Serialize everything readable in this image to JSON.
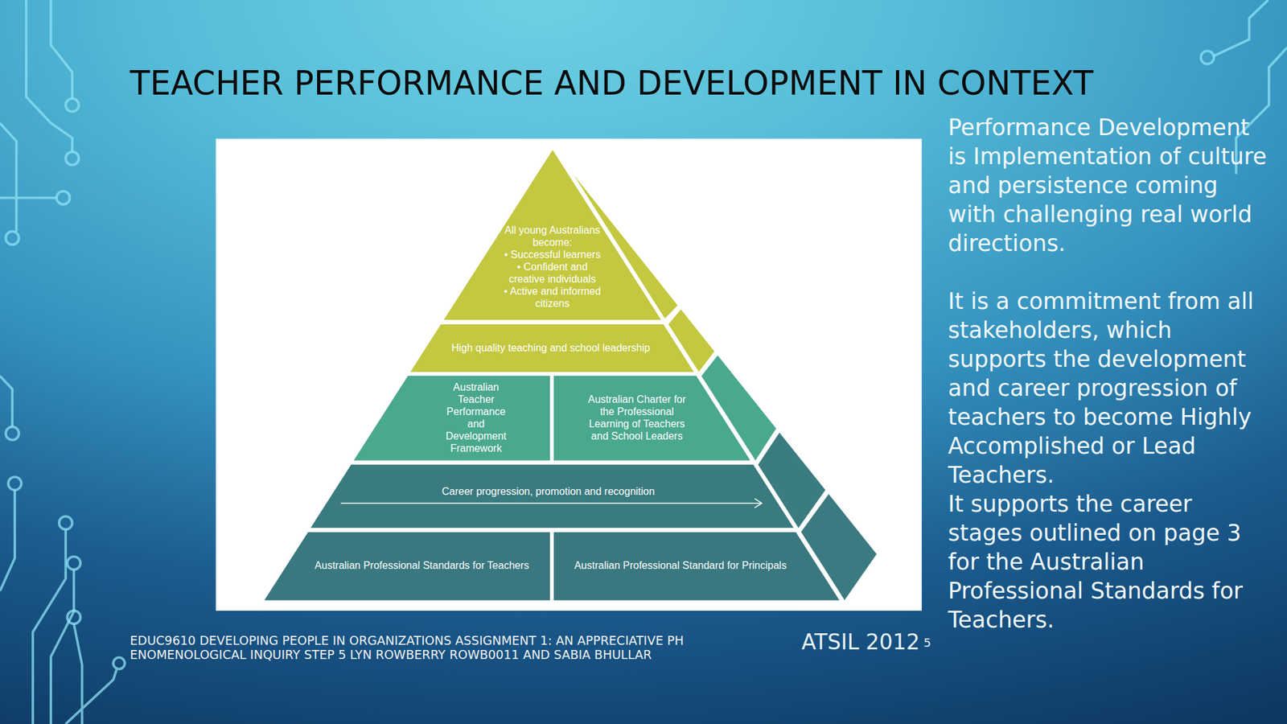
{
  "diagram": {
    "title": "TEACHER PERFORMANCE AND DEVELOPMENT IN CONTEXT",
    "nodes": [
      {
        "text": [
          "All young Australians become:",
          "• Successful learners",
          "• Confident and creative individuals",
          "• Active and informed citizens"
        ]
      },
      {
        "text": [
          "High quality teaching and school leadership"
        ]
      },
      {
        "text": [
          "Australian Teacher Performance and Development Framework"
        ]
      },
      {
        "text": [
          "Australian Charter for the Professional Learning of Teachers and School Leaders"
        ]
      },
      {
        "text": [
          "Career progression, promotion and recognition"
        ]
      },
      {
        "text": [
          "Australian Professional Standards for Teachers"
        ]
      },
      {
        "text": [
          "Australian Professional Standard for Principals"
        ]
      }
    ],
    "labels": [
      "Performance Development is Implementation of culture and persistence coming with challenging real world directions.",
      "It is a commitment from all stakeholders, which supports the development and career progression of teachers to become Highly Accomplished or Lead Teachers.",
      "It supports the career stages outlined on page 3 for the Australian Professional Standards for Teachers.",
      "ATSIL 2012",
      "5",
      "EDUC9610 DEVELOPING PEOPLE IN ORGANIZATIONS ASSIGNMENT 1: AN APPRECIATIVE PH ENOMENOLOGICAL INQUIRY STEP 5 LYN ROWBERRY ROWB0011 AND SABIA BHULLAR"
    ]
  }
}
